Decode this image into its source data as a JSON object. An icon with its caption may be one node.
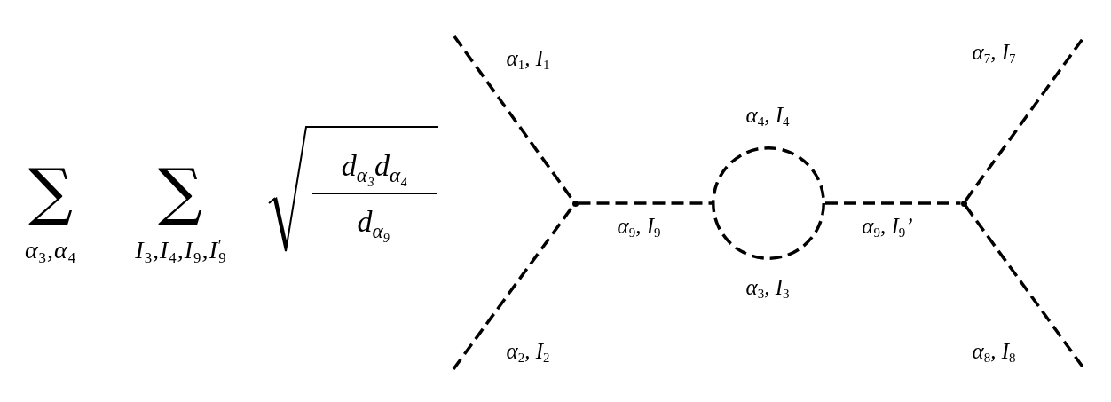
{
  "diagram": {
    "nodes": [
      {
        "text": [],
        "shape": "dot"
      },
      {
        "text": [],
        "shape": "circle",
        "beside": [
          "α$_{4}$, I$_{4}$",
          "α$_{3}$, I$_{3}$"
        ]
      },
      {
        "text": [],
        "shape": "dot"
      }
    ],
    "edges": [
      {
        "from": null,
        "to": 0,
        "arrow": "none",
        "label": "α$_{1}$, I$_{1}$",
        "style": "dashed"
      },
      {
        "from": null,
        "to": 0,
        "arrow": "none",
        "label": "α$_{2}$, I$_{2}$",
        "style": "dashed"
      },
      {
        "from": 0,
        "to": 1,
        "arrow": "none",
        "label": "α$_{9}$, I$_{9}$",
        "style": "dashed"
      },
      {
        "from": 1,
        "to": 2,
        "arrow": "none",
        "label": "α$_{9}$, I$_{9}$’",
        "style": "dashed"
      },
      {
        "from": 2,
        "to": null,
        "arrow": "none",
        "label": "α$_{7}$, I$_{7}$",
        "style": "dashed"
      },
      {
        "from": 2,
        "to": null,
        "arrow": "none",
        "label": "α$_{8}$, I$_{8}$",
        "style": "dashed"
      }
    ],
    "labels": [
      "∑",
      "α$_{3}$,α$_{4}$",
      "∑",
      "I$_{3}$,I$_{4}$,I$_{9}$,I$^{′}$$_{9}$",
      "d$_{α₃}$d$_{α₄}$",
      "d$_{α₉}$"
    ]
  }
}
